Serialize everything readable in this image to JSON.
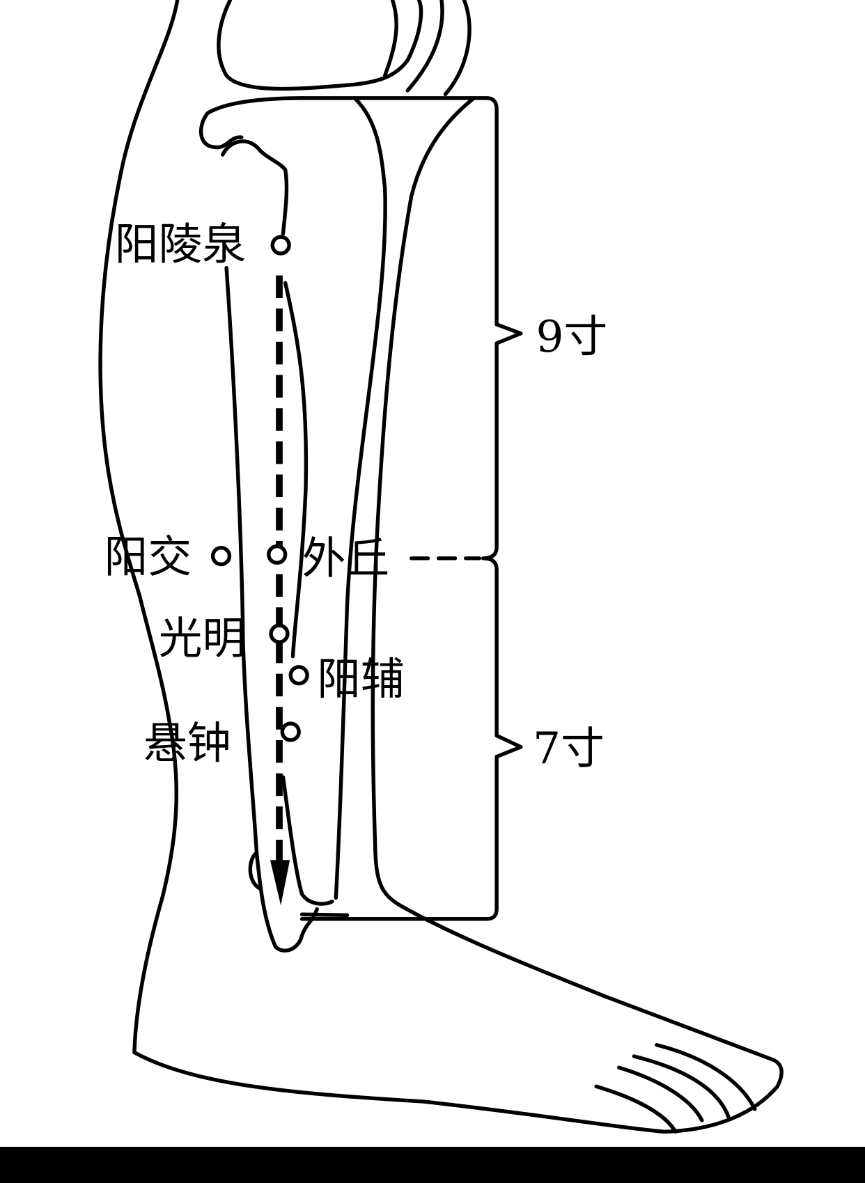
{
  "points": [
    {
      "label": "阳陵泉"
    },
    {
      "label": "阳交"
    },
    {
      "label": "外丘"
    },
    {
      "label": "光明"
    },
    {
      "label": "阳辅"
    },
    {
      "label": "悬钟"
    }
  ],
  "measures": [
    {
      "label": "9寸"
    },
    {
      "label": "7寸"
    }
  ],
  "colors": {
    "line": "#000000",
    "background": "#ffffff",
    "bottom_bar": "#000000"
  }
}
